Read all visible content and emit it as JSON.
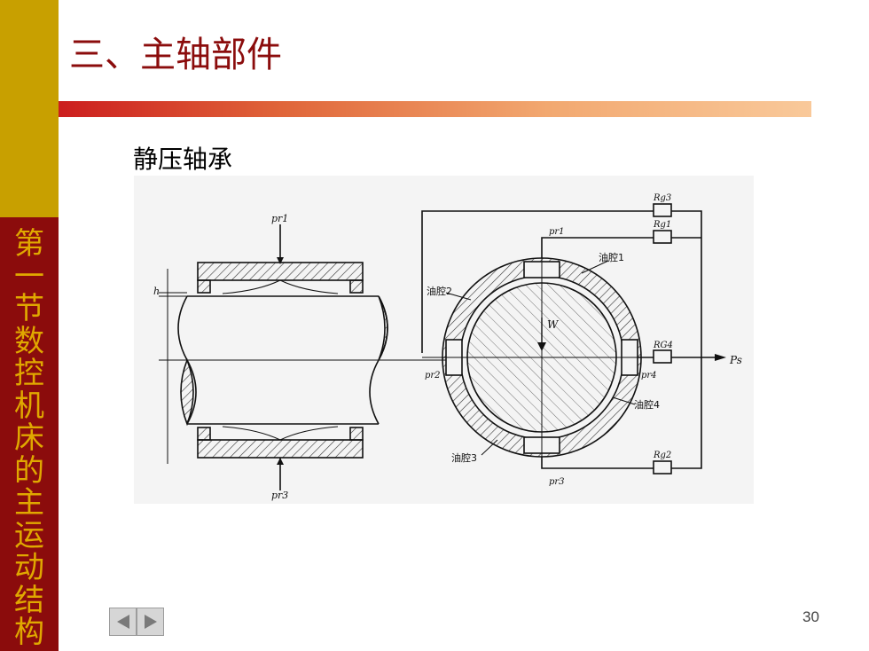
{
  "sidebar": {
    "section_label": "第一节  数控机床的主运动结构"
  },
  "slide": {
    "title": "三、主轴部件",
    "subtitle": "静压轴承",
    "page_number": "30"
  },
  "nav": {
    "prev_icon": "triangle-left-icon",
    "next_icon": "triangle-right-icon"
  },
  "diagram": {
    "labels": {
      "pr1_left": "pr1",
      "pr3_left": "pr3",
      "h": "h",
      "rg3": "Rg3",
      "rg1": "Rg1",
      "rg4": "RG4",
      "rg2": "Rg2",
      "pr1_right": "pr1",
      "pr2": "pr2",
      "pr4": "pr4",
      "pr3_right": "pr3",
      "chamber1": "油腔1",
      "chamber2": "油腔2",
      "chamber3": "油腔3",
      "chamber4": "油腔4",
      "w": "W",
      "ps": "Ps"
    }
  },
  "colors": {
    "sidebar_top": "#c8a000",
    "sidebar_bottom": "#8b0c0c",
    "sidebar_text": "#e0a800",
    "title": "#8b0c0c"
  }
}
